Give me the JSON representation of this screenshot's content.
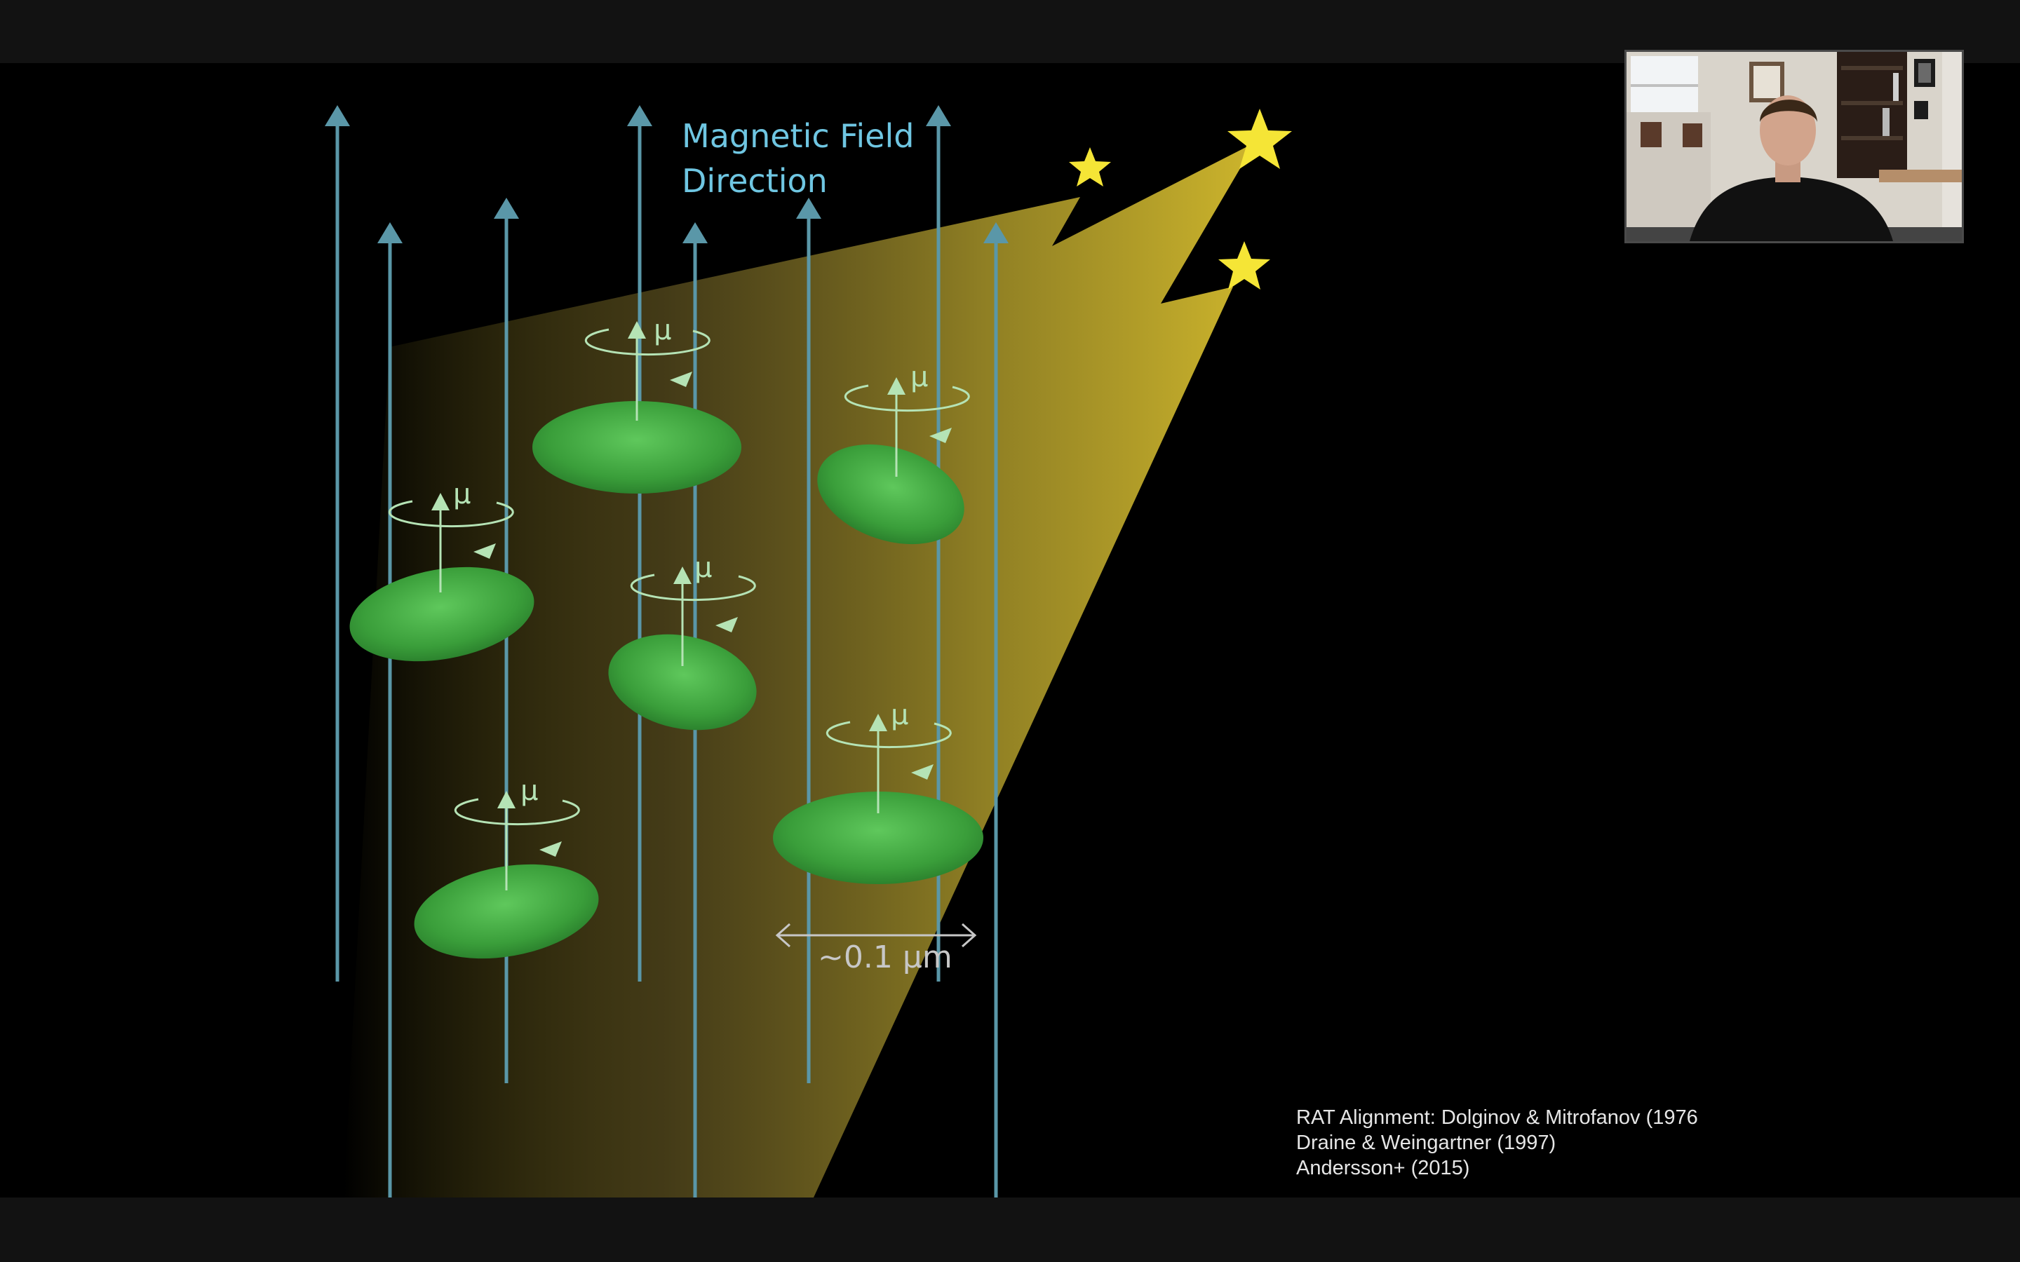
{
  "slide": {
    "field_label_line1": "Magnetic Field",
    "field_label_line2": "Direction",
    "size_label": "~0.1 μm",
    "mu_symbol": "μ",
    "references": [
      "RAT Alignment: Dolginov & Mitrofanov (1976",
      "Draine & Weingartner (1997)",
      "Andersson+ (2015)"
    ],
    "colors": {
      "field_arrow": "#5a97a8",
      "label_blue": "#6fc6e2",
      "grain_green": "#3ea53e",
      "star_yellow": "#f5e536",
      "beam_yellow": "#b9a62a"
    }
  },
  "video_tile": {
    "participant_icon": "presenter-video-feed"
  }
}
